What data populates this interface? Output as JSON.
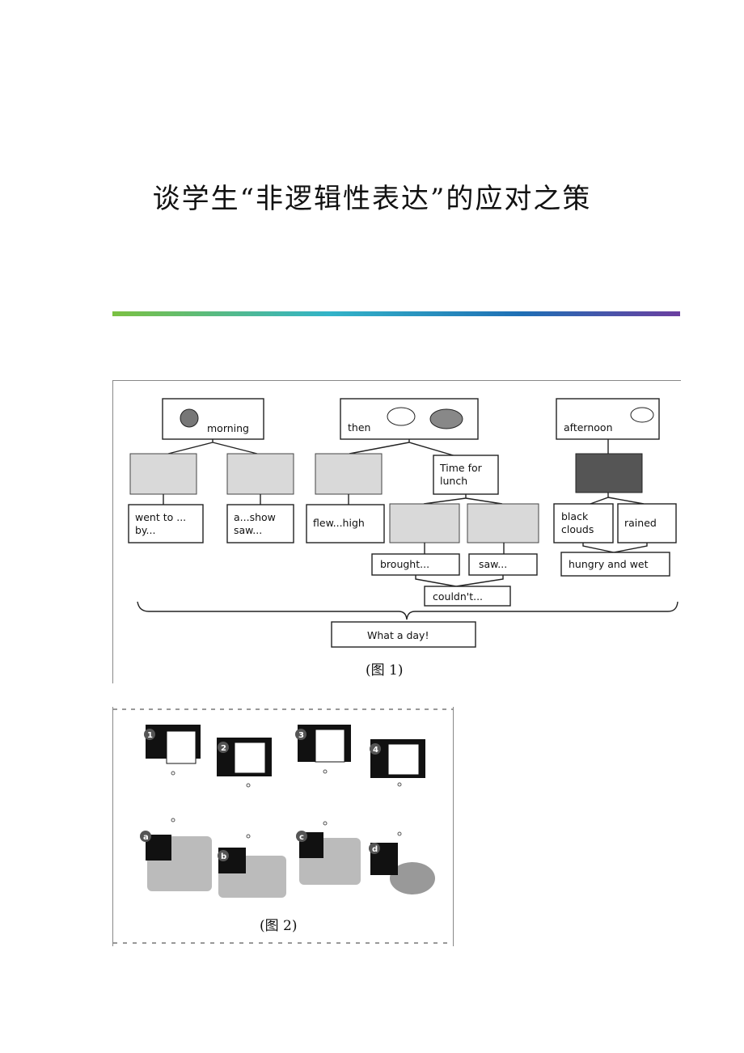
{
  "document": {
    "title": "谈学生“非逻辑性表达”的应对之策"
  },
  "figure1": {
    "caption": "(图 1)",
    "nodes": {
      "morning": "morning",
      "then": "then",
      "afternoon": "afternoon",
      "time_for": "Time  for",
      "lunch": "lunch",
      "went_to_1": "went to ...",
      "went_to_2": "by...",
      "show_1": "a...show",
      "show_2": "saw...",
      "flew": "flew...high",
      "black_1": "black",
      "black_2": "clouds",
      "rained": "rained",
      "brought": "brought...",
      "saw": "saw...",
      "hungry": "hungry and wet",
      "couldnt": "couldn't...",
      "what_a_day": "What a day!"
    }
  },
  "figure2": {
    "caption": "(图 2)",
    "people": [
      "1",
      "2",
      "3",
      "4"
    ],
    "items": [
      "a",
      "b",
      "c",
      "d"
    ]
  }
}
